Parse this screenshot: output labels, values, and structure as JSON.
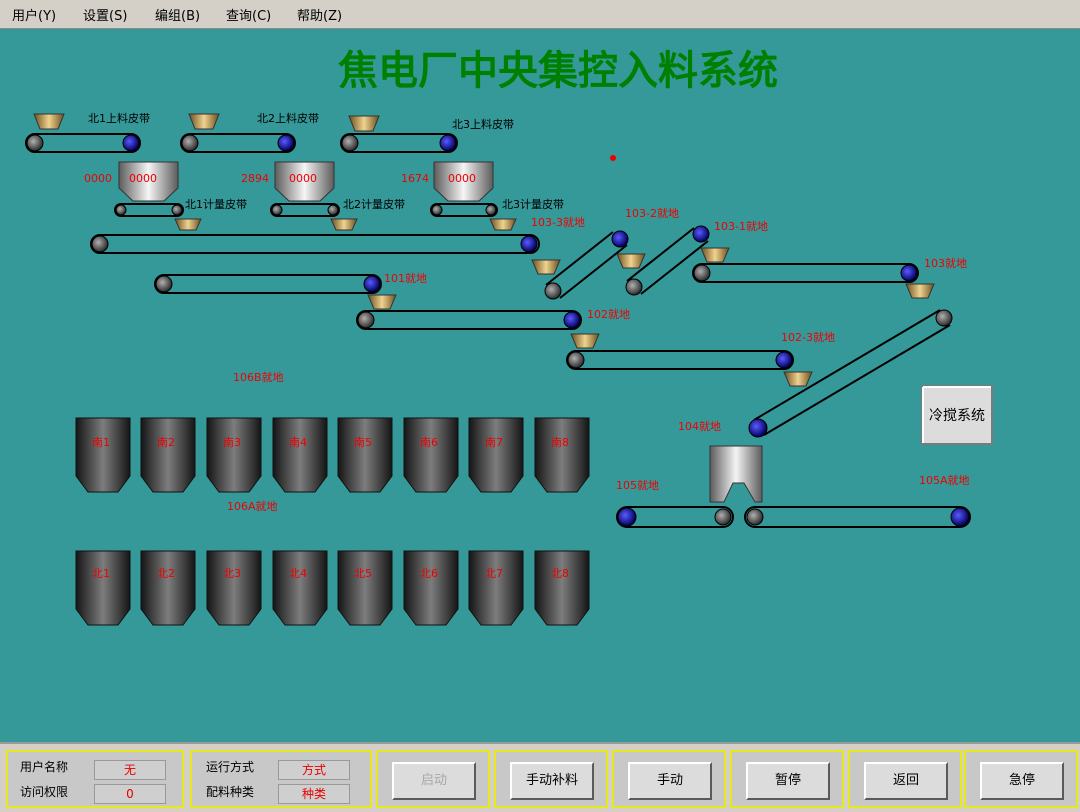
{
  "menu": [
    "用户(Y)",
    "设置(S)",
    "编组(B)",
    "查询(C)",
    "帮助(Z)"
  ],
  "title": "焦电厂中央集控入料系统",
  "upper_belts": [
    "北1上料皮带",
    "北2上料皮带",
    "北3上料皮带"
  ],
  "scales": [
    {
      "outside": "0000",
      "display": "0000",
      "label": "北1计量皮带"
    },
    {
      "outside": "2894",
      "display": "0000",
      "label": "北2计量皮带"
    },
    {
      "outside": "1674",
      "display": "0000",
      "label": "北3计量皮带"
    }
  ],
  "belt_labels": {
    "b101": "101就地",
    "b102": "102就地",
    "b102_3": "102-3就地",
    "b103_3": "103-3就地",
    "b103_2": "103-2就地",
    "b103_1": "103-1就地",
    "b103": "103就地",
    "b104": "104就地",
    "b105": "105就地",
    "b105a": "105A就地",
    "b106b": "106B就地",
    "b106a": "106A就地"
  },
  "bunkers_top": [
    "南1",
    "南2",
    "南3",
    "南4",
    "南5",
    "南6",
    "南7",
    "南8"
  ],
  "bunkers_bottom": [
    "北1",
    "北2",
    "北3",
    "北4",
    "北5",
    "北6",
    "北7",
    "北8"
  ],
  "cooling_button": "冷搅系统",
  "footer": {
    "user_label": "用户名称",
    "user_value": "无",
    "access_label": "访问权限",
    "access_value": "0",
    "mode_label": "运行方式",
    "mode_value": "方式",
    "type_label": "配料种类",
    "type_value": "种类"
  },
  "buttons": [
    "启动",
    "手动补料",
    "手动",
    "暂停",
    "返回",
    "急停"
  ],
  "colors": {
    "background": "#369999",
    "title": "#008000",
    "status_red": "#e60000"
  }
}
